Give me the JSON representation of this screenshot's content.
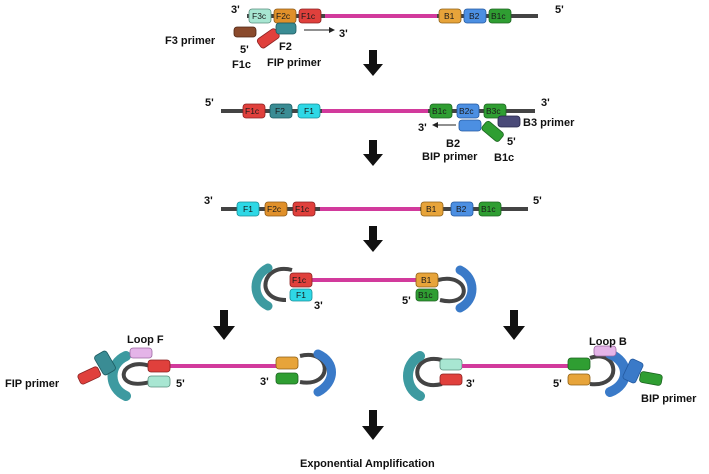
{
  "colors": {
    "F3": "#a8e6d2",
    "F2": "#e0902a",
    "F1": "#e0403c",
    "F1dark": "#c63432",
    "F2primer": "#3a8c94",
    "F3primer": "#8a4a2c",
    "B1": "#e7a43a",
    "B2": "#4c8fe2",
    "B1c": "#2f9e32",
    "B3primer": "#4a4a78",
    "F1cyan": "#2ed8e6",
    "loop": "#3d9aa0",
    "loopB": "#3a7ac8",
    "loopF_primer": "#e4b4e8",
    "line": "#444444",
    "pink": "#d23a9c"
  },
  "rows": {
    "r1": {
      "left_end": "3'",
      "right_end": "5'",
      "blocks": [
        "F3c",
        "F2c",
        "F1c",
        "B1",
        "B2",
        "B1c"
      ],
      "primer_labels": {
        "f3": "F3 primer",
        "f1c": "F1c",
        "five": "5'",
        "f2": "F2",
        "fip": "FIP primer",
        "arrow_end": "3'"
      }
    },
    "r2": {
      "left_end": "5'",
      "right_end": "3'",
      "blocks": [
        "F1c",
        "F2",
        "F1",
        "B1c",
        "B2c",
        "B3c"
      ],
      "primer_labels": {
        "arrow_end": "3'",
        "b3": "B3 primer",
        "b2": "B2",
        "five": "5'",
        "bip": "BIP primer",
        "b1c": "B1c"
      }
    },
    "r3": {
      "left_end": "3'",
      "right_end": "5'",
      "blocks": [
        "F1",
        "F2c",
        "F1c",
        "B1",
        "B2",
        "B1c"
      ]
    },
    "r4": {
      "blocks": [
        "F1c",
        "F1",
        "B1",
        "B1c"
      ],
      "ends": {
        "left": "3'",
        "right": "5'"
      }
    },
    "r5": {
      "left": {
        "loop_label": "Loop F",
        "primer_label": "FIP primer",
        "end": "5'",
        "end2": "3'"
      },
      "right": {
        "loop_label": "Loop B",
        "primer_label": "BIP primer",
        "end": "3'",
        "end2": "5'"
      }
    }
  },
  "footer": "Exponential Amplification"
}
